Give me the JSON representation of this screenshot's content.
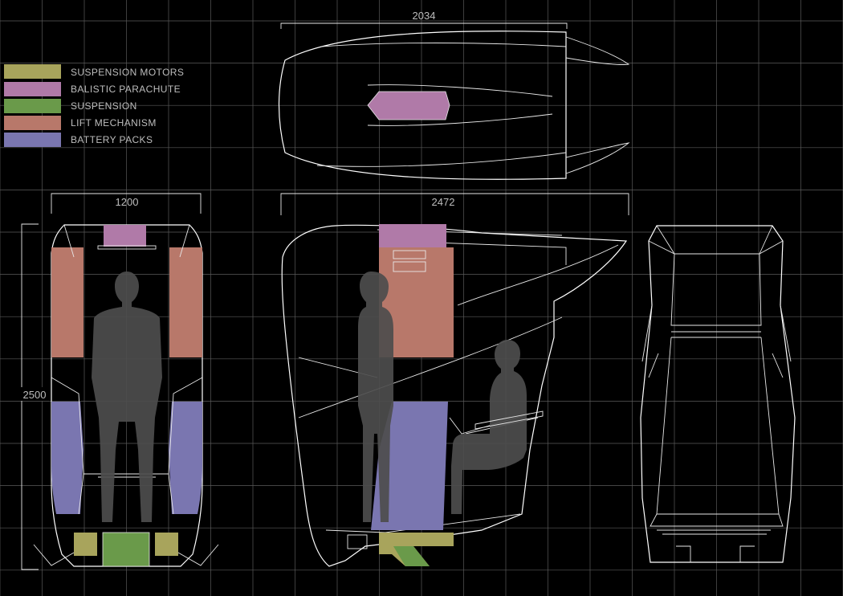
{
  "legend": {
    "items": [
      {
        "label": "SUSPENSION MOTORS",
        "color": "#a8a45c"
      },
      {
        "label": "BALISTIC PARACHUTE",
        "color": "#b07aa8"
      },
      {
        "label": "SUSPENSION",
        "color": "#6a9a4a"
      },
      {
        "label": "LIFT MECHANISM",
        "color": "#b8786a"
      },
      {
        "label": "BATTERY PACKS",
        "color": "#7a76b0"
      }
    ]
  },
  "dimensions": {
    "top_length": "2034",
    "front_width": "1200",
    "side_length": "2472",
    "height": "2500"
  }
}
